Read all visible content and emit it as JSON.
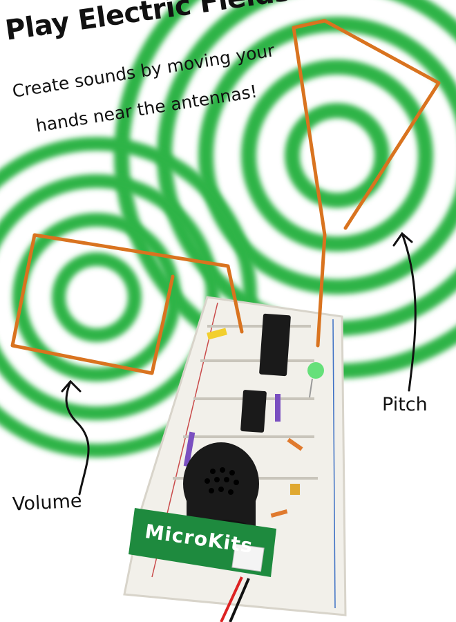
{
  "headline": "Play Electric Fields",
  "subheadline_line1": "Create sounds by moving your",
  "subheadline_line2": "hands near the antennas!",
  "labels": {
    "pitch": "Pitch",
    "volume": "Volume"
  },
  "brand": "MicroKits",
  "colors": {
    "field_green": "#2fb447",
    "antenna_wire": "#d9731f",
    "breadboard": "#f2f0ea",
    "pcb_green": "#1e8a3e",
    "speaker": "#1a1a1a",
    "led": "#66e07a"
  }
}
